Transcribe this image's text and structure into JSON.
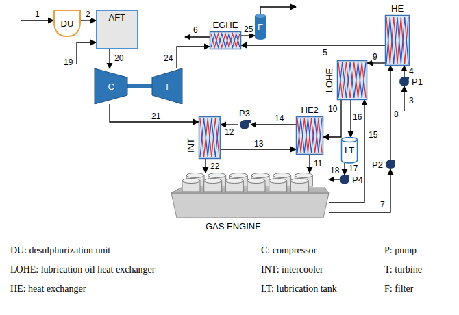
{
  "diagram": {
    "nodes": [
      {
        "text": [
          "DU"
        ]
      },
      {
        "text": [
          "AFT"
        ]
      },
      {
        "text": [
          "C"
        ]
      },
      {
        "text": [
          "T"
        ]
      },
      {
        "text": [
          "EGHE"
        ]
      },
      {
        "text": [
          "F"
        ]
      },
      {
        "text": [
          "HE"
        ]
      },
      {
        "text": [
          "LOHE"
        ]
      },
      {
        "text": [
          "HE2"
        ]
      },
      {
        "text": [
          "INT"
        ]
      },
      {
        "text": [
          "LT"
        ]
      },
      {
        "text": [
          "P1"
        ]
      },
      {
        "text": [
          "P2"
        ]
      },
      {
        "text": [
          "P3"
        ]
      },
      {
        "text": [
          "P4"
        ]
      },
      {
        "text": [
          "GAS ENGINE"
        ]
      }
    ],
    "edges": [
      {
        "from": 0,
        "to": 1,
        "arrow": "to",
        "label": "2"
      },
      {
        "from": 1,
        "to": 2,
        "arrow": "to",
        "label": "20"
      },
      {
        "from": 3,
        "to": 4,
        "arrow": "to",
        "label": "24"
      },
      {
        "from": 4,
        "to": 5,
        "arrow": "to",
        "label": "25"
      },
      {
        "from": 6,
        "to": 4,
        "arrow": "to",
        "label": "5"
      },
      {
        "from": 11,
        "to": 6,
        "arrow": "to",
        "label": "4"
      },
      {
        "from": 6,
        "to": 7,
        "arrow": "to",
        "label": "9"
      },
      {
        "from": 12,
        "to": 6,
        "arrow": "to",
        "label": "8"
      },
      {
        "from": 15,
        "to": 12,
        "arrow": "to",
        "label": "7"
      },
      {
        "from": 15,
        "to": 7,
        "arrow": "to",
        "label": "15"
      },
      {
        "from": 7,
        "to": 8,
        "arrow": "to",
        "label": "10"
      },
      {
        "from": 7,
        "to": 10,
        "arrow": "to",
        "label": "16"
      },
      {
        "from": 10,
        "to": 14,
        "arrow": "to",
        "label": "17"
      },
      {
        "from": 14,
        "to": 15,
        "arrow": "to",
        "label": "18"
      },
      {
        "from": 8,
        "to": 15,
        "arrow": "to",
        "label": "11"
      },
      {
        "from": 8,
        "to": 13,
        "arrow": "to",
        "label": "14"
      },
      {
        "from": 13,
        "to": 9,
        "arrow": "to",
        "label": "12"
      },
      {
        "from": 9,
        "to": 8,
        "arrow": "to",
        "label": "13"
      },
      {
        "from": 2,
        "to": 9,
        "arrow": "to",
        "label": "21"
      },
      {
        "from": 9,
        "to": 15,
        "arrow": "to",
        "label": "22"
      },
      {
        "from": 2,
        "to": 3,
        "arrow": "none"
      }
    ],
    "labels": [
      "1",
      "19",
      "6",
      "3",
      "DU: desulphurization unit",
      "C: compressor",
      "P: pump",
      "LOHE: lubrication oil heat exchanger",
      "INT: intercooler",
      "T: turbine",
      "HE: heat exchanger",
      "LT: lubrication tank",
      "F: filter"
    ]
  }
}
